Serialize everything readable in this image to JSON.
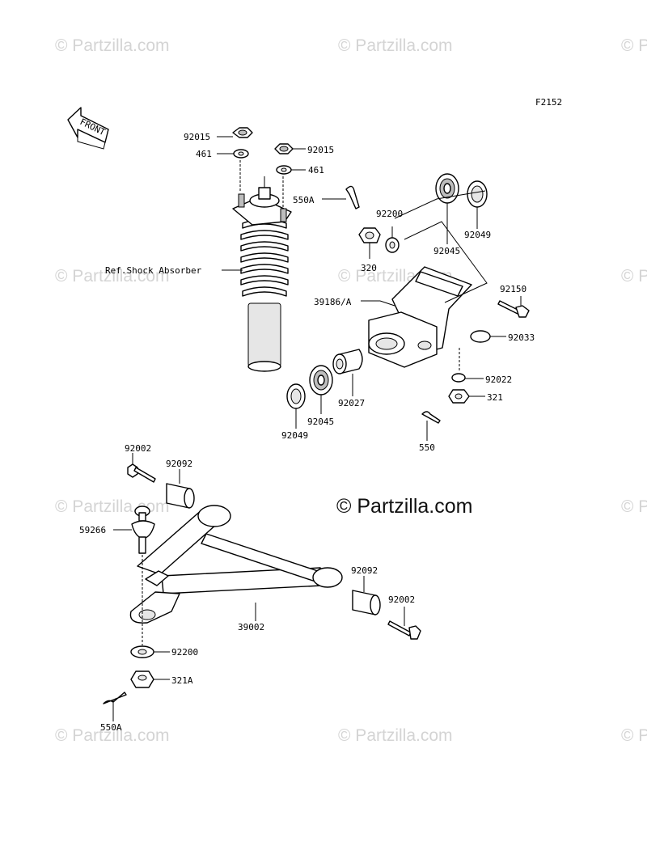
{
  "figure_code": "F2152",
  "front_label": "FRONT",
  "brand": "© Partzilla.com",
  "watermark": "© Partzilla.com",
  "labels": {
    "l92015a": "92015",
    "l461a": "461",
    "l92015b": "92015",
    "l461b": "461",
    "l550A_top": "550A",
    "l92200_top": "92200",
    "l92045_top": "92045",
    "l92049_top": "92049",
    "l320": "320",
    "lshock": "Ref.Shock Absorber",
    "l39186": "39186/A",
    "l92150": "92150",
    "l92033": "92033",
    "l92022": "92022",
    "l321": "321",
    "l550": "550",
    "l92027": "92027",
    "l92045_bot": "92045",
    "l92049_bot": "92049",
    "l92002a": "92002",
    "l92092a": "92092",
    "l59266": "59266",
    "l92092b": "92092",
    "l92002b": "92002",
    "l39002": "39002",
    "l92200_bot": "92200",
    "l321A": "321A",
    "l550A_bot": "550A"
  }
}
